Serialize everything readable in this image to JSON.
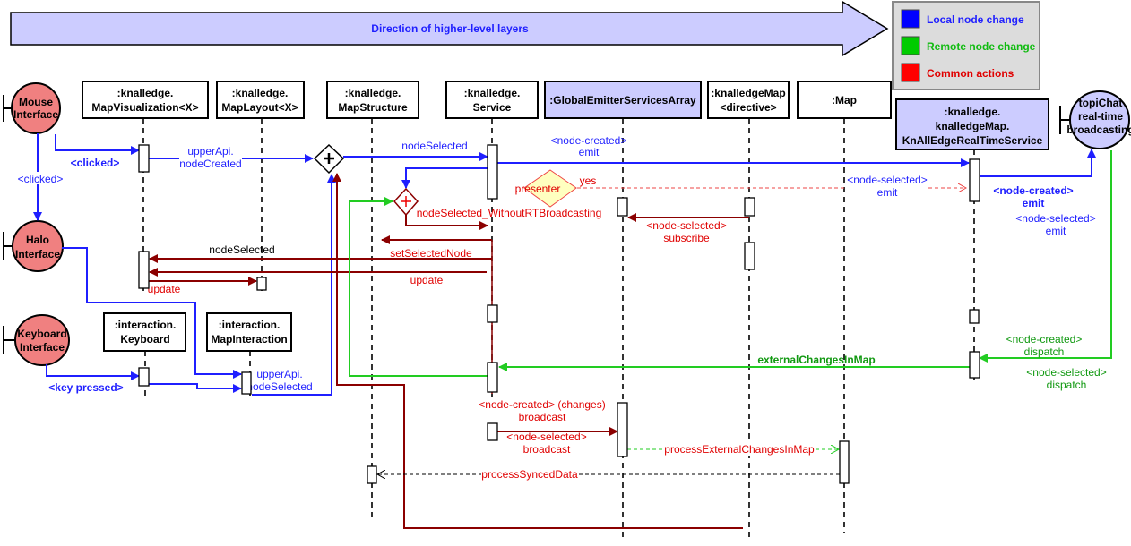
{
  "banner": {
    "label": "Direction of higher-level layers"
  },
  "legend": {
    "items": [
      {
        "label": "Local node change",
        "color": "#0000ff"
      },
      {
        "label": "Remote node change",
        "color": "#00cc00"
      },
      {
        "label": "Common actions",
        "color": "#ff0000"
      }
    ]
  },
  "actors": {
    "mouse": [
      "Mouse",
      "Interface"
    ],
    "halo": [
      "Halo",
      "Interface"
    ],
    "keyboard": [
      "Keyboard",
      "Interface"
    ],
    "topichat": [
      "topiChat",
      "real-time",
      "broadcasting"
    ]
  },
  "lifelines": {
    "mapvis": [
      ":knalledge.",
      "MapVisualization<X>"
    ],
    "maplayout": [
      ":knalledge.",
      "MapLayout<X>"
    ],
    "mapstructure": [
      ":knalledge.",
      "MapStructure"
    ],
    "service": [
      ":knalledge.",
      "Service"
    ],
    "global": [
      ":GlobalEmitterServicesArray"
    ],
    "directive": [
      ":knalledgeMap",
      "<directive>"
    ],
    "map": [
      ":Map"
    ],
    "rts": [
      ":knalledge.",
      "knalledgeMap.",
      "KnAllEdgeRealTimeService"
    ],
    "keyboard": [
      ":interaction.",
      "Keyboard"
    ],
    "mapinteraction": [
      ":interaction.",
      "MapInteraction"
    ]
  },
  "messages": {
    "clicked1": "<clicked>",
    "clicked2": "<clicked>",
    "upper_created": [
      "upperApi.",
      "nodeCreated"
    ],
    "node_selected_blue": "nodeSelected",
    "node_created_emit": [
      "<node-created>",
      "emit"
    ],
    "presenter": "presenter",
    "yes": "yes",
    "node_selected_emit": [
      "<node-selected>",
      "emit"
    ],
    "without_rt": "nodeSelected_WithoutRTBroadcasting",
    "subscribe": [
      "<node-selected>",
      "subscribe"
    ],
    "set_selected": "setSelectedNode",
    "node_selected_black": "nodeSelected",
    "update1": "update",
    "update2": "update",
    "rt_created_emit": [
      "<node-created>",
      "emit"
    ],
    "rt_selected_emit": [
      "<node-selected>",
      "emit"
    ],
    "key_pressed": "<key pressed>",
    "upper_selected": [
      "upperApi.",
      "nodeSelected"
    ],
    "external_changes": "externalChangesInMap",
    "dispatch_created": [
      "<node-created>",
      "dispatch"
    ],
    "dispatch_selected": [
      "<node-selected>",
      "dispatch"
    ],
    "broadcast_created": [
      "<node-created> (changes)",
      "broadcast"
    ],
    "broadcast_selected": [
      "<node-selected>",
      "broadcast"
    ],
    "process_external": "processExternalChangesInMap",
    "process_synced": "processSyncedData"
  }
}
